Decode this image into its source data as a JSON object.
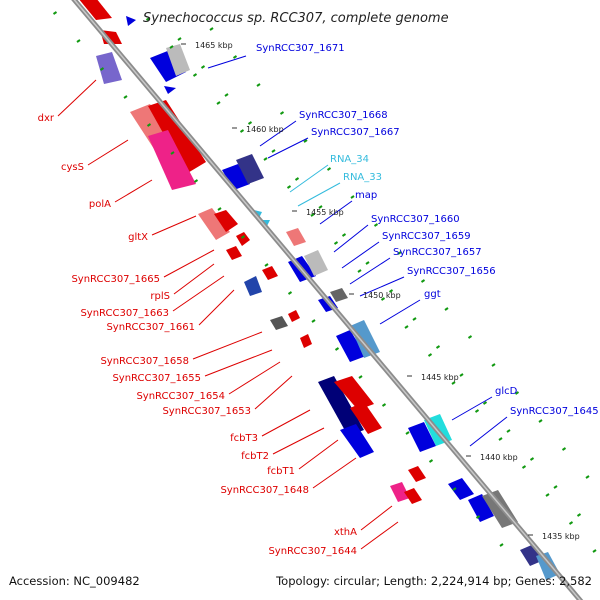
{
  "title": "Synechococcus sp. RCC307, complete genome",
  "accession": "Accession: NC_009482",
  "summary": "Topology: circular; Length: 2,224,914 bp; Genes: 2,582",
  "colors": {
    "forward": "#0000dd",
    "reverse": "#dd0000",
    "rna": "#33bbdd",
    "axis": "#999999",
    "tick": "#119911"
  },
  "kbp_ticks": [
    "1465 kbp",
    "1460 kbp",
    "1455 kbp",
    "1450 kbp",
    "1445 kbp",
    "1440 kbp",
    "1435 kbp"
  ],
  "right_labels": [
    {
      "text": "SynRCC307_1671",
      "kind": "forward"
    },
    {
      "text": "SynRCC307_1668",
      "kind": "forward"
    },
    {
      "text": "SynRCC307_1667",
      "kind": "forward"
    },
    {
      "text": "RNA_34",
      "kind": "rna"
    },
    {
      "text": "RNA_33",
      "kind": "rna"
    },
    {
      "text": "map",
      "kind": "forward"
    },
    {
      "text": "SynRCC307_1660",
      "kind": "forward"
    },
    {
      "text": "SynRCC307_1659",
      "kind": "forward"
    },
    {
      "text": "SynRCC307_1657",
      "kind": "forward"
    },
    {
      "text": "SynRCC307_1656",
      "kind": "forward"
    },
    {
      "text": "ggt",
      "kind": "forward"
    },
    {
      "text": "glcD",
      "kind": "forward"
    },
    {
      "text": "SynRCC307_1645",
      "kind": "forward"
    }
  ],
  "left_labels": [
    {
      "text": "dxr",
      "kind": "reverse"
    },
    {
      "text": "cysS",
      "kind": "reverse"
    },
    {
      "text": "polA",
      "kind": "reverse"
    },
    {
      "text": "gltX",
      "kind": "reverse"
    },
    {
      "text": "SynRCC307_1665",
      "kind": "reverse"
    },
    {
      "text": "rplS",
      "kind": "reverse"
    },
    {
      "text": "SynRCC307_1663",
      "kind": "reverse"
    },
    {
      "text": "SynRCC307_1661",
      "kind": "reverse"
    },
    {
      "text": "SynRCC307_1658",
      "kind": "reverse"
    },
    {
      "text": "SynRCC307_1655",
      "kind": "reverse"
    },
    {
      "text": "SynRCC307_1654",
      "kind": "reverse"
    },
    {
      "text": "SynRCC307_1653",
      "kind": "reverse"
    },
    {
      "text": "fcbT3",
      "kind": "reverse"
    },
    {
      "text": "fcbT2",
      "kind": "reverse"
    },
    {
      "text": "fcbT1",
      "kind": "reverse"
    },
    {
      "text": "SynRCC307_1648",
      "kind": "reverse"
    },
    {
      "text": "xthA",
      "kind": "reverse"
    },
    {
      "text": "SynRCC307_1644",
      "kind": "reverse"
    }
  ]
}
